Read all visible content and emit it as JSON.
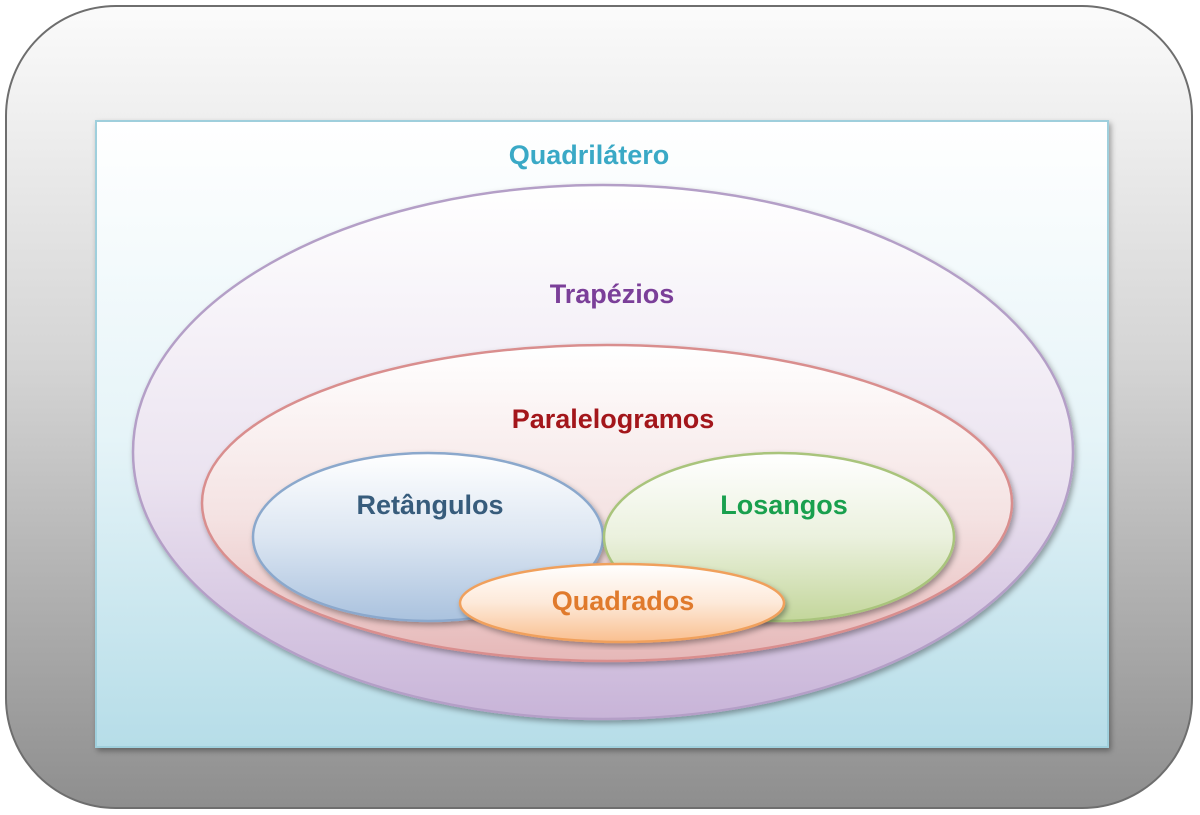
{
  "diagram": {
    "labels": {
      "quadrilatero": "Quadrilátero",
      "trapezios": "Trapézios",
      "paralelogramos": "Paralelogramos",
      "retangulos": "Retângulos",
      "losangos": "Losangos",
      "quadrados": "Quadrados"
    },
    "colors": {
      "quadrilatero": "#3aa9c6",
      "trapezios": "#7b3f99",
      "paralelogramos": "#a3161b",
      "retangulos": "#375c7c",
      "losangos": "#19a04e",
      "quadrados": "#e07a2c"
    }
  }
}
